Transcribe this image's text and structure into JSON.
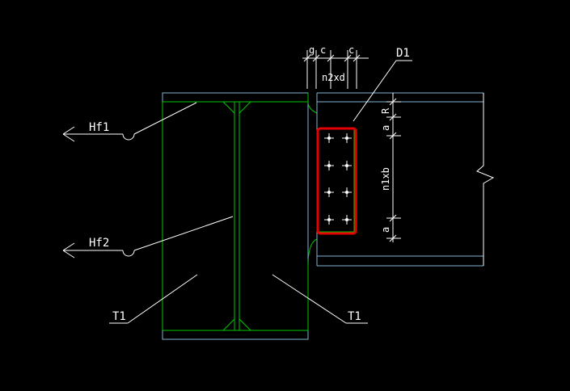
{
  "labels": {
    "hf1": "Hf1",
    "hf2": "Hf2",
    "t1_left": "T1",
    "t1_right": "T1",
    "d1": "D1",
    "g": "g",
    "c1": "c",
    "c2": "c",
    "n2xd": "n2xd",
    "a_top": "a",
    "r": "R",
    "n1xb": "n1xb",
    "a_bottom": "a"
  },
  "colors": {
    "background": "#000000",
    "column_outline": "#7fb3d5",
    "weld_green": "#00c800",
    "leader_white": "#ffffff",
    "highlight_red": "#e60000",
    "bolt": "#ffffff"
  },
  "bolt_grid": {
    "rows": 4,
    "columns": 2
  }
}
